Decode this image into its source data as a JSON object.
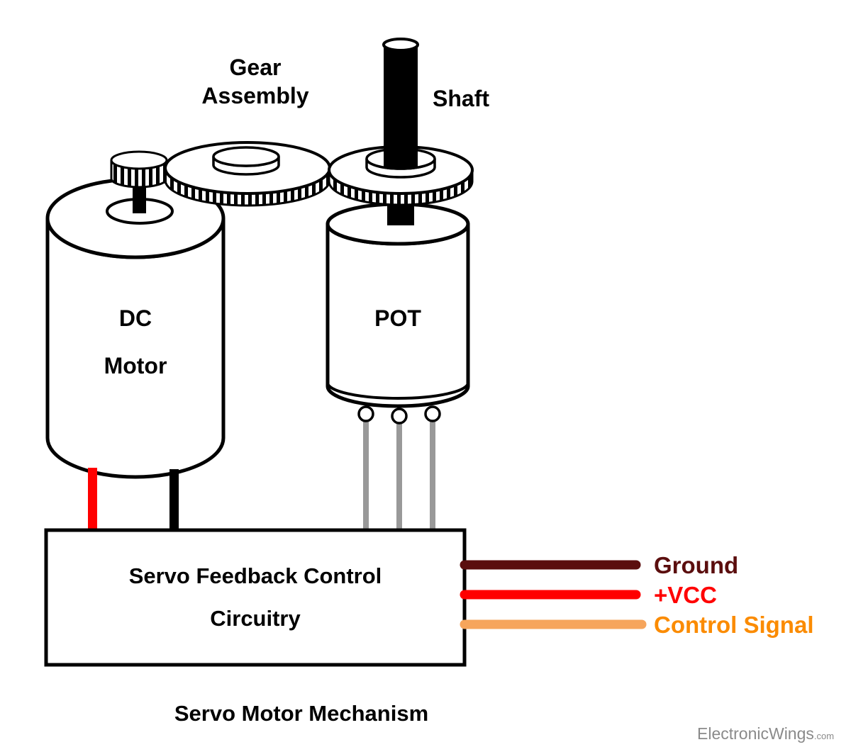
{
  "diagram": {
    "labels": {
      "gear_assembly": [
        "Gear",
        "Assembly"
      ],
      "shaft": "Shaft",
      "dc_motor": [
        "DC",
        "Motor"
      ],
      "pot": "POT",
      "circuitry": [
        "Servo Feedback Control",
        "Circuitry"
      ]
    },
    "wires": [
      {
        "name": "ground",
        "label": "Ground",
        "wire_color": "#5B0E0E",
        "label_color": "#5B0E0E"
      },
      {
        "name": "vcc",
        "label": "+VCC",
        "wire_color": "#FF0000",
        "label_color": "#FF0000"
      },
      {
        "name": "control",
        "label": "Control Signal",
        "wire_color": "#F6A55C",
        "label_color": "#FB8B00"
      }
    ],
    "motor_wire_colors": {
      "positive": "#FF0000",
      "negative": "#000000",
      "pot_leads": "#999999"
    },
    "caption": "Servo Motor Mechanism",
    "watermark": {
      "brand": "ElectronicWings",
      "suffix": ".com",
      "color": "#8A8A8A"
    }
  }
}
